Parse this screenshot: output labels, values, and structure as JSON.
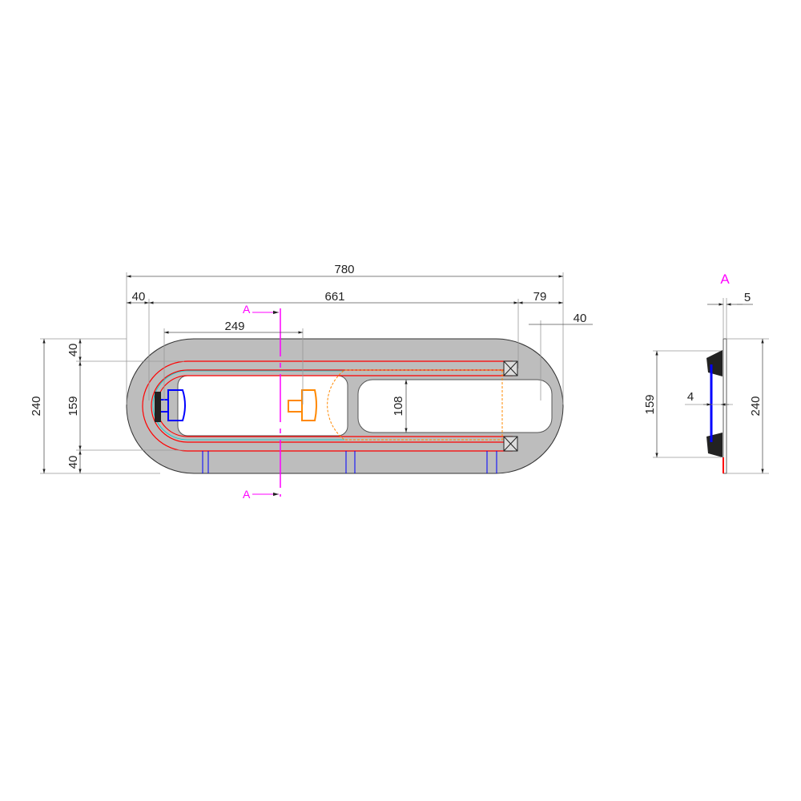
{
  "drawing": {
    "section_label": "A",
    "plan_dimensions": {
      "overall_length": "780",
      "left_margin": "40",
      "track_length": "661",
      "right_offset": "79",
      "right_margin": "40",
      "carriage_offset": "249",
      "opening_height": "108",
      "overall_height": "240",
      "top_margin": "40",
      "track_height": "159",
      "bottom_margin": "40"
    },
    "section_dimensions": {
      "thickness": "5",
      "gap": "4",
      "track_height": "159",
      "overall_height": "240"
    },
    "colors": {
      "track": "#ff0000",
      "section": "#ff00ff",
      "carriage_a": "#0000ff",
      "carriage_b": "#ff8800",
      "plate": "#bdbdbd"
    }
  }
}
